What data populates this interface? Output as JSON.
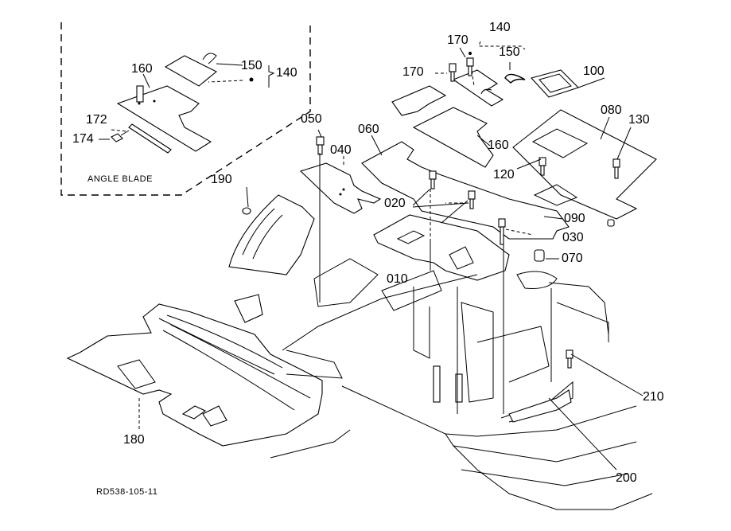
{
  "diagram": {
    "drawing_number": "RD538-105-11",
    "inset_caption": "ANGLE BLADE",
    "callouts": {
      "p010": "010",
      "p020": "020",
      "p030": "030",
      "p040": "040",
      "p050": "050",
      "p060": "060",
      "p070": "070",
      "p080": "080",
      "p090": "090",
      "p100": "100",
      "p120": "120",
      "p130": "130",
      "p140_main": "140",
      "p150_main": "150",
      "p160_main": "160",
      "p170_a": "170",
      "p170_b": "170",
      "p180": "180",
      "p190": "190",
      "p200": "200",
      "p210": "210",
      "p140_inset": "140",
      "p150_inset": "150",
      "p160_inset": "160",
      "p172_inset": "172",
      "p174_inset": "174"
    }
  }
}
